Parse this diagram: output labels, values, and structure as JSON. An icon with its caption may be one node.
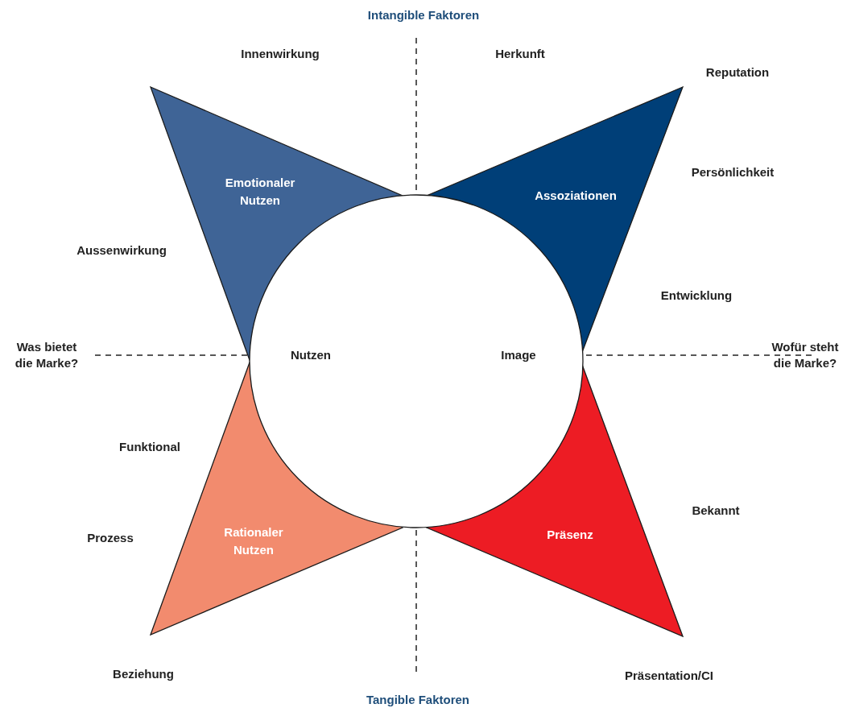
{
  "diagram": {
    "nodes": [
      {
        "text": [
          "Emotionaler Nutzen"
        ]
      },
      {
        "text": [
          "Assoziationen"
        ]
      },
      {
        "text": [
          "Rationaler Nutzen"
        ]
      },
      {
        "text": [
          "Präsenz"
        ]
      },
      {
        "text": [
          "Nutzen",
          "Image"
        ]
      }
    ],
    "labels": [
      "Intangible Faktoren",
      "Innenwirkung",
      "Herkunft",
      "Reputation",
      "Persönlichkeit",
      "Aussenwirkung",
      "Entwicklung",
      "Was bietet die Marke?",
      "Wofür steht die Marke?",
      "Funktional",
      "Bekannt",
      "Prozess",
      "Beziehung",
      "Präsentation/CI",
      "Tangible Faktoren"
    ]
  }
}
